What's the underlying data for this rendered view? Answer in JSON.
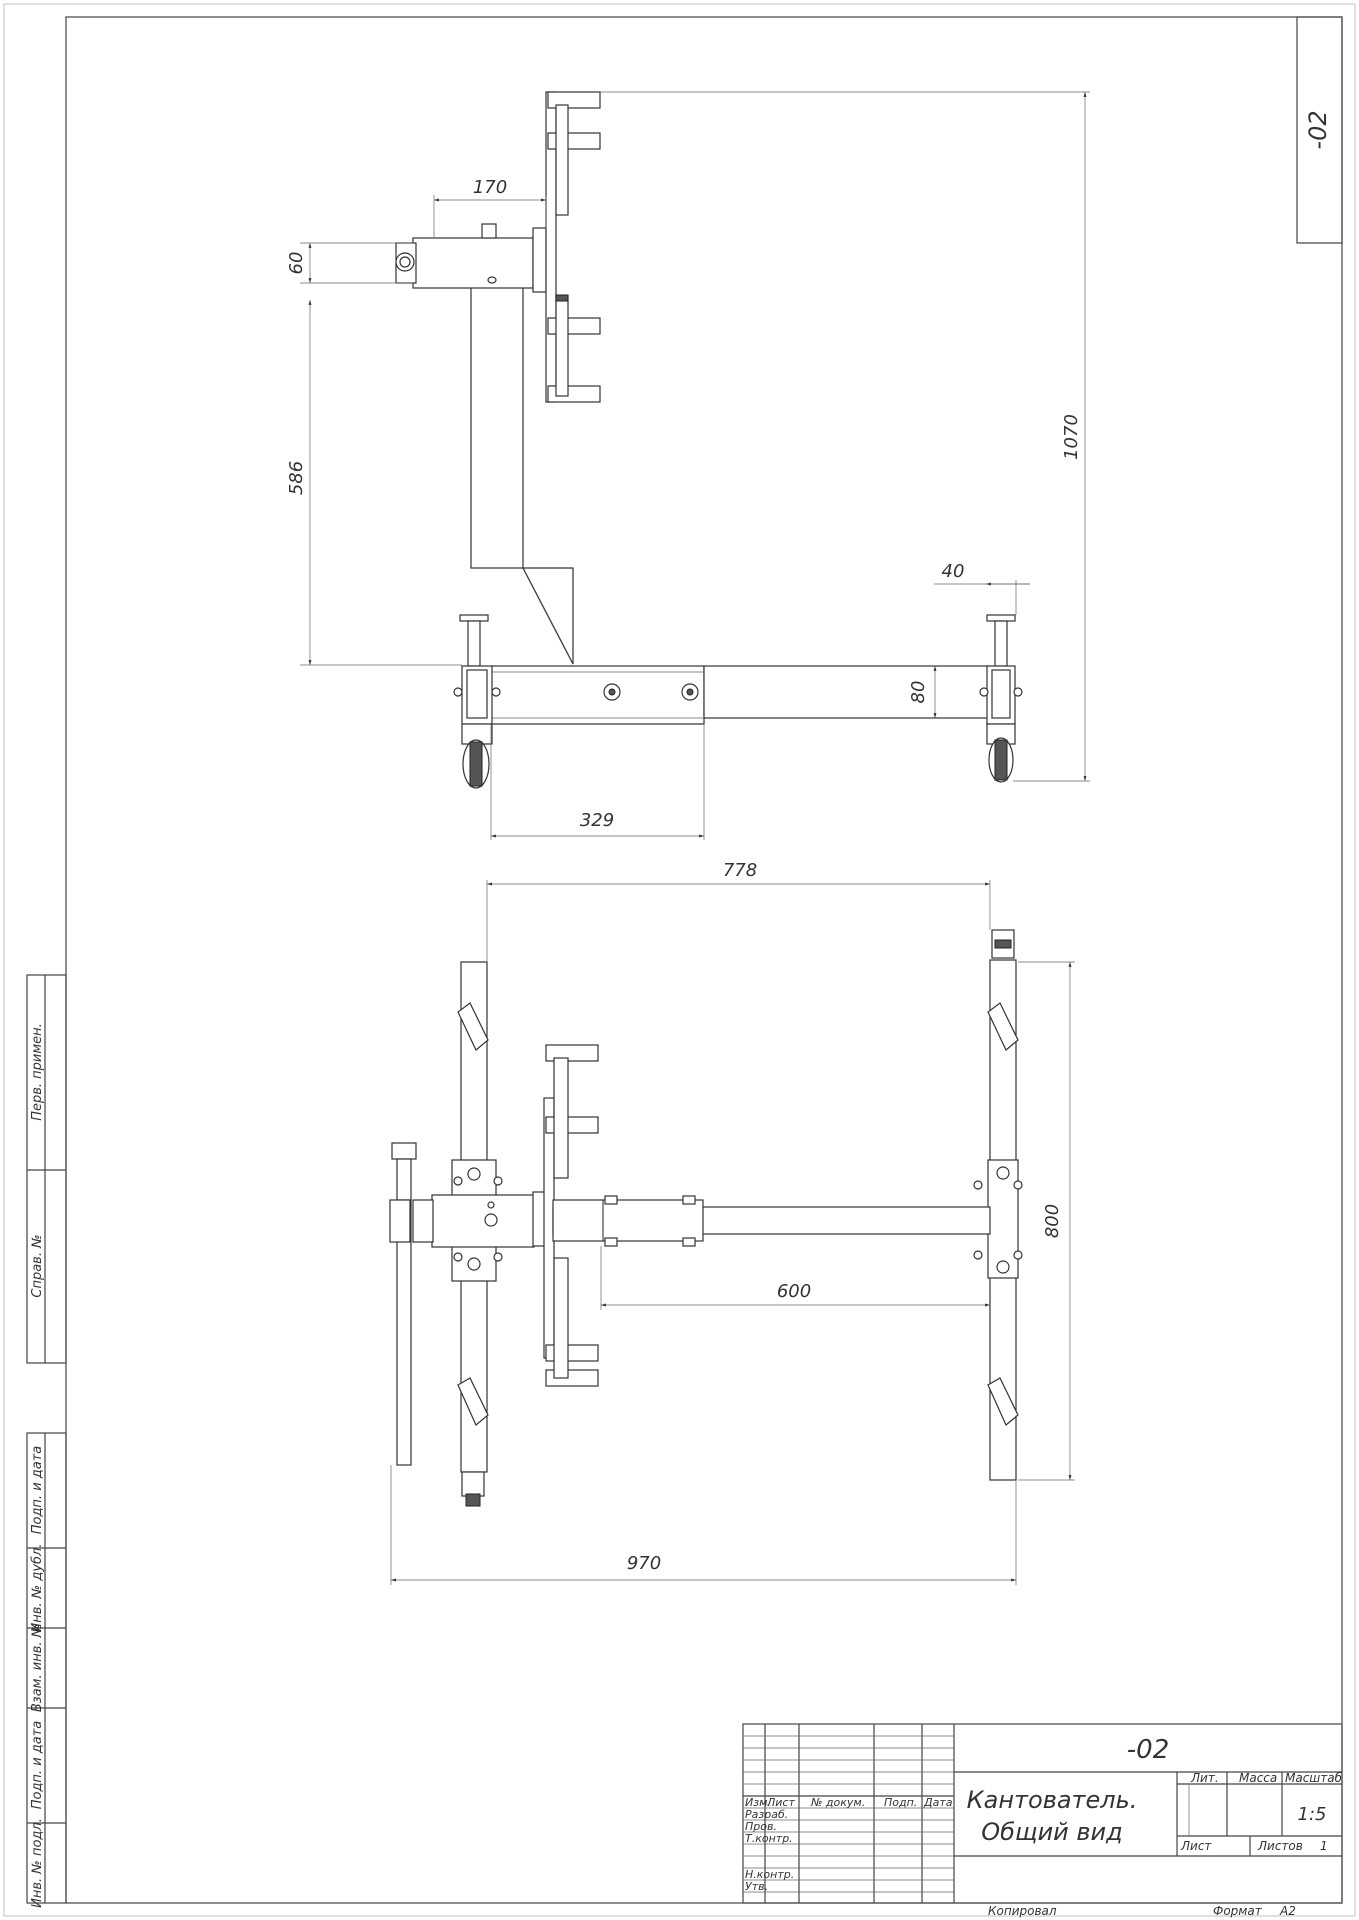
{
  "sheet": {
    "corner_code": "-02"
  },
  "side_view": {
    "dim_170": "170",
    "dim_60": "60",
    "dim_586": "586",
    "dim_1070": "1070",
    "dim_40": "40",
    "dim_80": "80",
    "dim_329": "329"
  },
  "top_view": {
    "dim_778": "778",
    "dim_800": "800",
    "dim_600": "600",
    "dim_970": "970"
  },
  "left_strip": {
    "perv_primen": "Перв. примен.",
    "sprav_no": "Справ. №",
    "podp_data_1": "Подп. и дата",
    "inv_dubl": "Инв. № дубл.",
    "vzam_inv": "Взам. инв. №",
    "podp_data_2": "Подп. и дата",
    "inv_podl": "Инв. № подл."
  },
  "title_block": {
    "designation": "-02",
    "name_line1": "Кантователь.",
    "name_line2": "Общий вид",
    "col_izm": "Изм.",
    "col_list": "Лист",
    "col_dokum": "№ докум.",
    "col_podp": "Подп.",
    "col_data": "Дата",
    "row_razrab": "Разраб.",
    "row_prov": "Пров.",
    "row_tkontr": "Т.контр.",
    "row_nkontr": "Н.контр.",
    "row_utv": "Утв.",
    "lit": "Лит.",
    "massa": "Масса",
    "masshtab": "Масштаб",
    "scale_value": "1:5",
    "sheet_label": "Лист",
    "sheets_label": "Листов",
    "sheets_value": "1",
    "copied": "Копировал",
    "format_label": "Формат",
    "format_value": "A2"
  }
}
